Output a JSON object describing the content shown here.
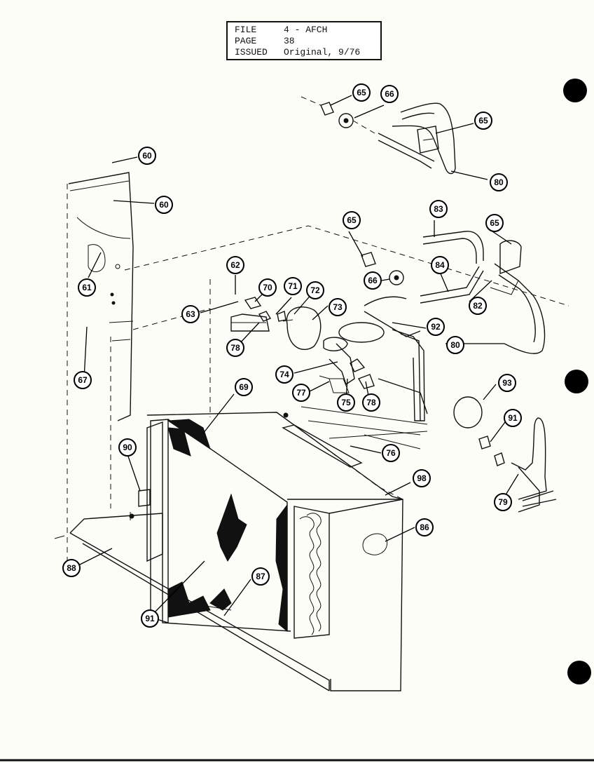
{
  "header": {
    "file_label": "FILE",
    "file_value": "4 - AFCH",
    "page_label": "PAGE",
    "page_value": "38",
    "issued_label": "ISSUED",
    "issued_value": "Original, 9/76"
  },
  "callouts": {
    "c60a": "60",
    "c60b": "60",
    "c61": "61",
    "c62": "62",
    "c63": "63",
    "c65a": "65",
    "c66a": "66",
    "c65b": "65",
    "c80a": "80",
    "c65c": "65",
    "c66b": "66",
    "c83a": "83",
    "c65d": "65",
    "c84": "84",
    "c82": "82",
    "c70": "70",
    "c71": "71",
    "c72": "72",
    "c73": "73",
    "c92": "92",
    "c80b": "80",
    "c78a": "78",
    "c67": "67",
    "c74": "74",
    "c77": "77",
    "c75": "75",
    "c78b": "78",
    "c69": "69",
    "c93": "93",
    "c91a": "91",
    "c76": "76",
    "c90": "90",
    "c98": "98",
    "c79": "79",
    "c86": "86",
    "c88": "88",
    "c87": "87",
    "c91b": "91"
  }
}
